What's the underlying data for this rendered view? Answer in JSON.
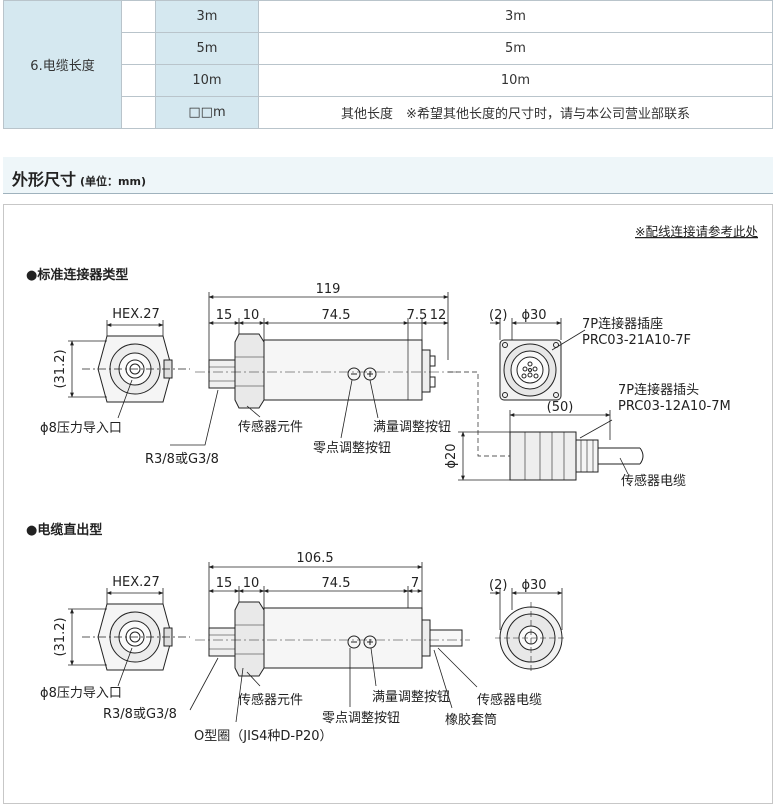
{
  "spec_table": {
    "category": "6.电缆长度",
    "rows": [
      {
        "code": "3m",
        "desc": "3m"
      },
      {
        "code": "5m",
        "desc": "5m"
      },
      {
        "code": "10m",
        "desc": "10m"
      },
      {
        "code": "□□m",
        "desc": "其他长度　※希望其他长度的尺寸时，请与本公司营业部联系"
      }
    ]
  },
  "section": {
    "title": "外形尺寸",
    "unit": "(单位：mm)"
  },
  "wiring_note": "※配线连接请参考此处",
  "type1": {
    "title": "●标准连接器类型",
    "dims": {
      "total": "119",
      "hex": "HEX.27",
      "d15": "15",
      "d10": "10",
      "d745": "74.5",
      "d75": "7.5",
      "d12": "12",
      "d2": "(2)",
      "phi30": "ϕ30",
      "d312": "(31.2)",
      "d50": "(50)",
      "phi20": "ϕ20"
    },
    "labels": {
      "pressure_inlet": "ϕ8压力导入口",
      "thread": "R3/8或G3/8",
      "sensor_element": "传感器元件",
      "zero_button": "零点调整按钮",
      "span_button": "满量调整按钮",
      "socket": "7P连接器插座",
      "socket_model": "PRC03-21A10-7F",
      "plug": "7P连接器插头",
      "plug_model": "PRC03-12A10-7M",
      "cable": "传感器电缆"
    }
  },
  "type2": {
    "title": "●电缆直出型",
    "dims": {
      "total": "106.5",
      "hex": "HEX.27",
      "d15": "15",
      "d10": "10",
      "d745": "74.5",
      "d7": "7",
      "d2": "(2)",
      "phi30": "ϕ30",
      "d312": "(31.2)"
    },
    "labels": {
      "pressure_inlet": "ϕ8压力导入口",
      "thread": "R3/8或G3/8",
      "sensor_element": "传感器元件",
      "span_button": "满量调整按钮",
      "zero_button": "零点调整按钮",
      "oring": "O型圈（JIS4种D-P20）",
      "cable": "传感器电缆",
      "sleeve": "橡胶套筒"
    }
  }
}
